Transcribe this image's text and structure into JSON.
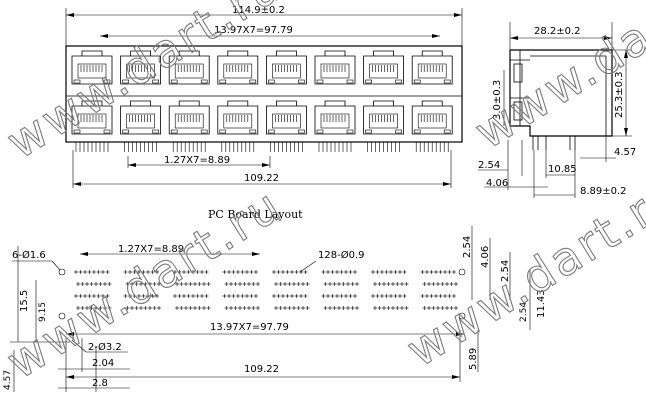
{
  "section_title": "PC Board Layout",
  "watermark": "www.dart.ru",
  "front_view": {
    "overall_width": "114.9±0.2",
    "port_pitch_top": "13.97X7=97.79",
    "pin_pitch": "1.27X7=8.89",
    "pin_span": "109.22",
    "port_columns": 8
  },
  "side_view": {
    "depth": "28.2±0.2",
    "height": "25.3±0.3",
    "middle_height": "3.0±0.3",
    "dim_254": "2.54",
    "dim_406": "4.06",
    "dim_457": "4.57",
    "dim_1085": "10.85",
    "dim_889": "8.89±0.2"
  },
  "pcb_layout": {
    "mount_holes": "6-Ø1.6",
    "pin_pitch": "1.27X7=8.89",
    "pin_holes": "128-Ø0.9",
    "pitch_total": "13.97X7=97.79",
    "dim_155": "15.5",
    "dim_915": "9.15",
    "dim_457": "4.57",
    "guide_holes": "2-Ø3.2",
    "dim_204": "2.04",
    "dim_28": "2.8",
    "span": "109.22",
    "dim_254a": "2.54",
    "dim_406": "4.06",
    "dim_254b": "2.54",
    "dim_1143": "11.43",
    "dim_254c": "2.54",
    "dim_589": "5.89"
  }
}
